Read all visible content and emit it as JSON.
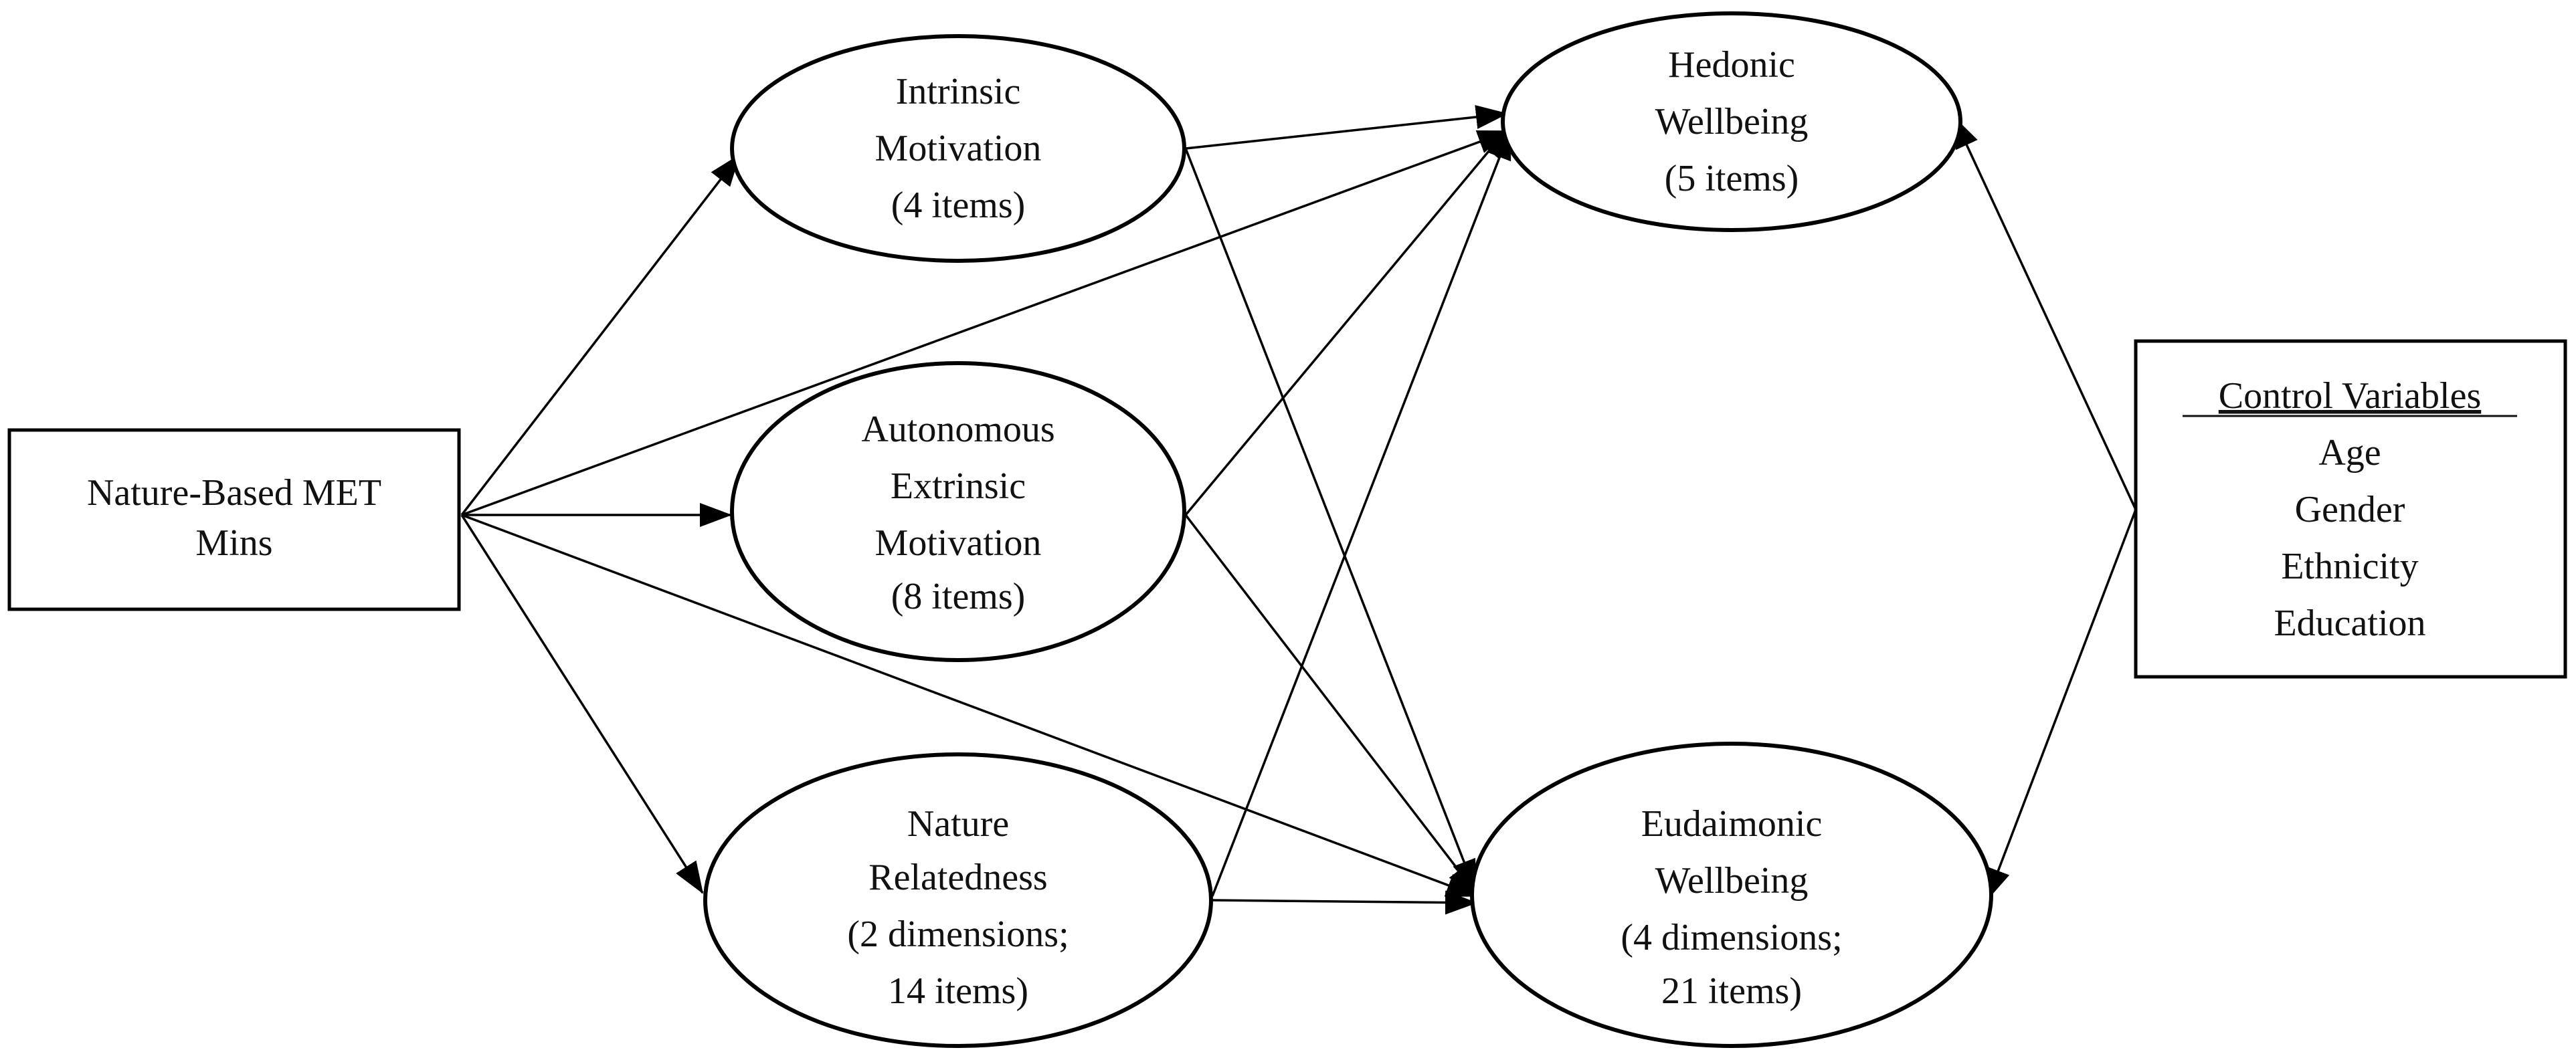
{
  "nodes": {
    "source": {
      "lines": [
        "Nature-Based MET",
        "Mins"
      ]
    },
    "intrinsic": {
      "lines": [
        "Intrinsic",
        "Motivation",
        "(4 items)"
      ]
    },
    "autonomous": {
      "lines": [
        "Autonomous",
        "Extrinsic",
        "Motivation",
        "(8 items)"
      ]
    },
    "nature_relatedness": {
      "lines": [
        "Nature",
        "Relatedness",
        "(2 dimensions;",
        "14 items)"
      ]
    },
    "hedonic": {
      "lines": [
        "Hedonic",
        "Wellbeing",
        "(5 items)"
      ]
    },
    "eudaimonic": {
      "lines": [
        "Eudaimonic",
        "Wellbeing",
        "(4 dimensions;",
        "21 items)"
      ]
    },
    "controls": {
      "heading": "Control Variables",
      "items": [
        "Age",
        "Gender",
        "Ethnicity",
        "Education"
      ]
    }
  },
  "paths": [
    {
      "from": "source",
      "to": "intrinsic"
    },
    {
      "from": "source",
      "to": "autonomous"
    },
    {
      "from": "source",
      "to": "nature_relatedness"
    },
    {
      "from": "source",
      "to": "hedonic"
    },
    {
      "from": "source",
      "to": "eudaimonic"
    },
    {
      "from": "intrinsic",
      "to": "hedonic"
    },
    {
      "from": "intrinsic",
      "to": "eudaimonic"
    },
    {
      "from": "autonomous",
      "to": "hedonic"
    },
    {
      "from": "autonomous",
      "to": "eudaimonic"
    },
    {
      "from": "nature_relatedness",
      "to": "hedonic"
    },
    {
      "from": "nature_relatedness",
      "to": "eudaimonic"
    },
    {
      "from": "controls",
      "to": "hedonic"
    },
    {
      "from": "controls",
      "to": "eudaimonic"
    }
  ]
}
